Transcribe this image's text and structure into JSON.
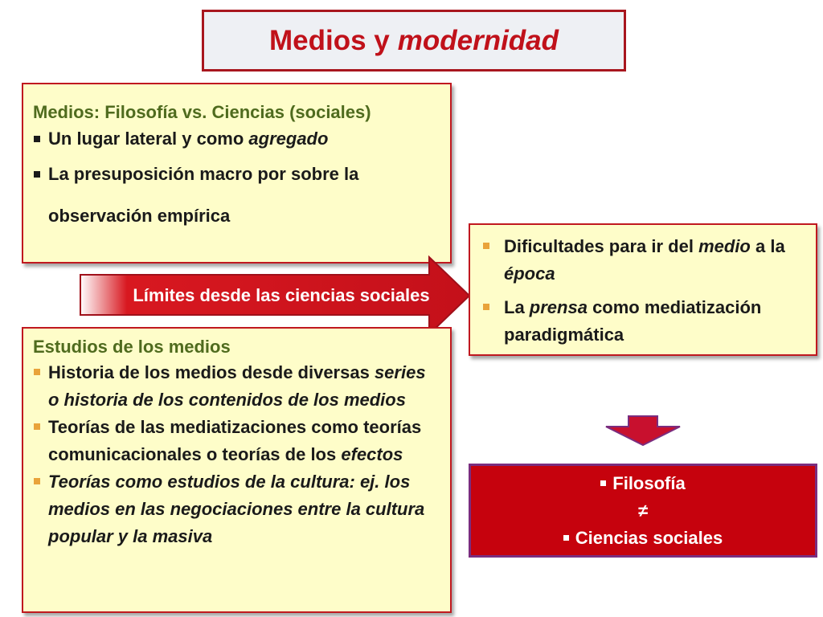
{
  "title": {
    "main": "Medios y",
    "emph": "modernidad"
  },
  "left_top": {
    "heading": "Medios: Filosofía vs. Ciencias (sociales)",
    "items": [
      {
        "text": "Un lugar lateral y como ",
        "emph": "agregado"
      },
      {
        "text": "La presuposición macro por sobre la observación empírica"
      }
    ]
  },
  "arrow": {
    "label": "Límites desde las ciencias sociales"
  },
  "right_top": {
    "items": [
      {
        "a": "Dificultades para ir del ",
        "b": "medio",
        "c": " a la ",
        "d": "época"
      },
      {
        "a": "La ",
        "b": "prensa",
        "c": " como mediatización paradigmática"
      }
    ]
  },
  "left_bottom": {
    "heading": "Estudios de los medios",
    "items": [
      {
        "text": "Historia de los medios desde diversas ",
        "emph": "series o historia de los contenidos de los medios"
      },
      {
        "text": "Teorías de las mediatizaciones como teorías comunicacionales o teorías de los ",
        "emph": "efectos"
      },
      {
        "emph": "Teorías como estudios de la cultura: ej. los medios en las negociaciones entre la cultura popular y la masiva"
      }
    ]
  },
  "result": {
    "line1": "Filosofía",
    "symbol": "≠",
    "line2": "Ciencias sociales"
  },
  "colors": {
    "accent_red": "#c0111a",
    "cream": "#fefdc9",
    "heading_green": "#4f6b1e",
    "purple_border": "#7a2d7f",
    "orange_bullet": "#e9a33a"
  }
}
